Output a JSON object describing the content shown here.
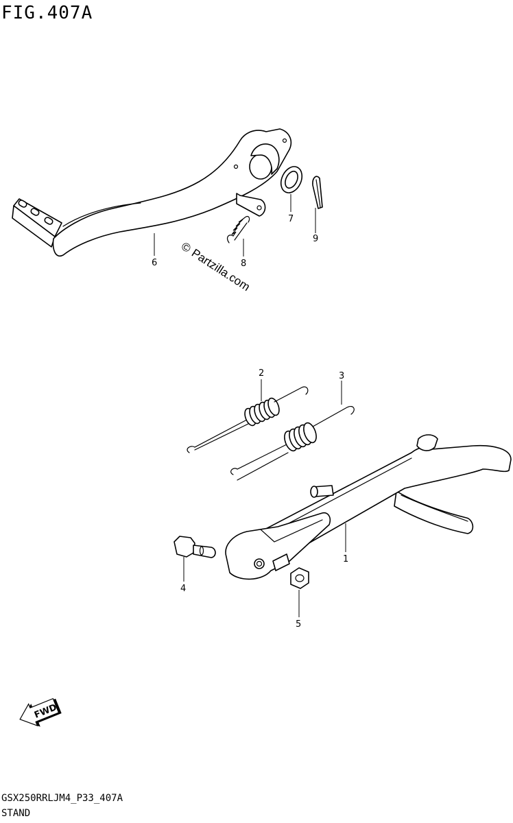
{
  "figure": {
    "title": "FIG.407A"
  },
  "watermark": {
    "symbol": "©",
    "text": "Partzilla.com"
  },
  "callouts": [
    "1",
    "2",
    "3",
    "4",
    "5",
    "6",
    "7",
    "8",
    "9"
  ],
  "direction_arrow": {
    "label": "FWD",
    "icon": "fwd-arrow-icon"
  },
  "footer": {
    "code": "GSX250RRLJM4_P33_407A",
    "name": "STAND"
  }
}
